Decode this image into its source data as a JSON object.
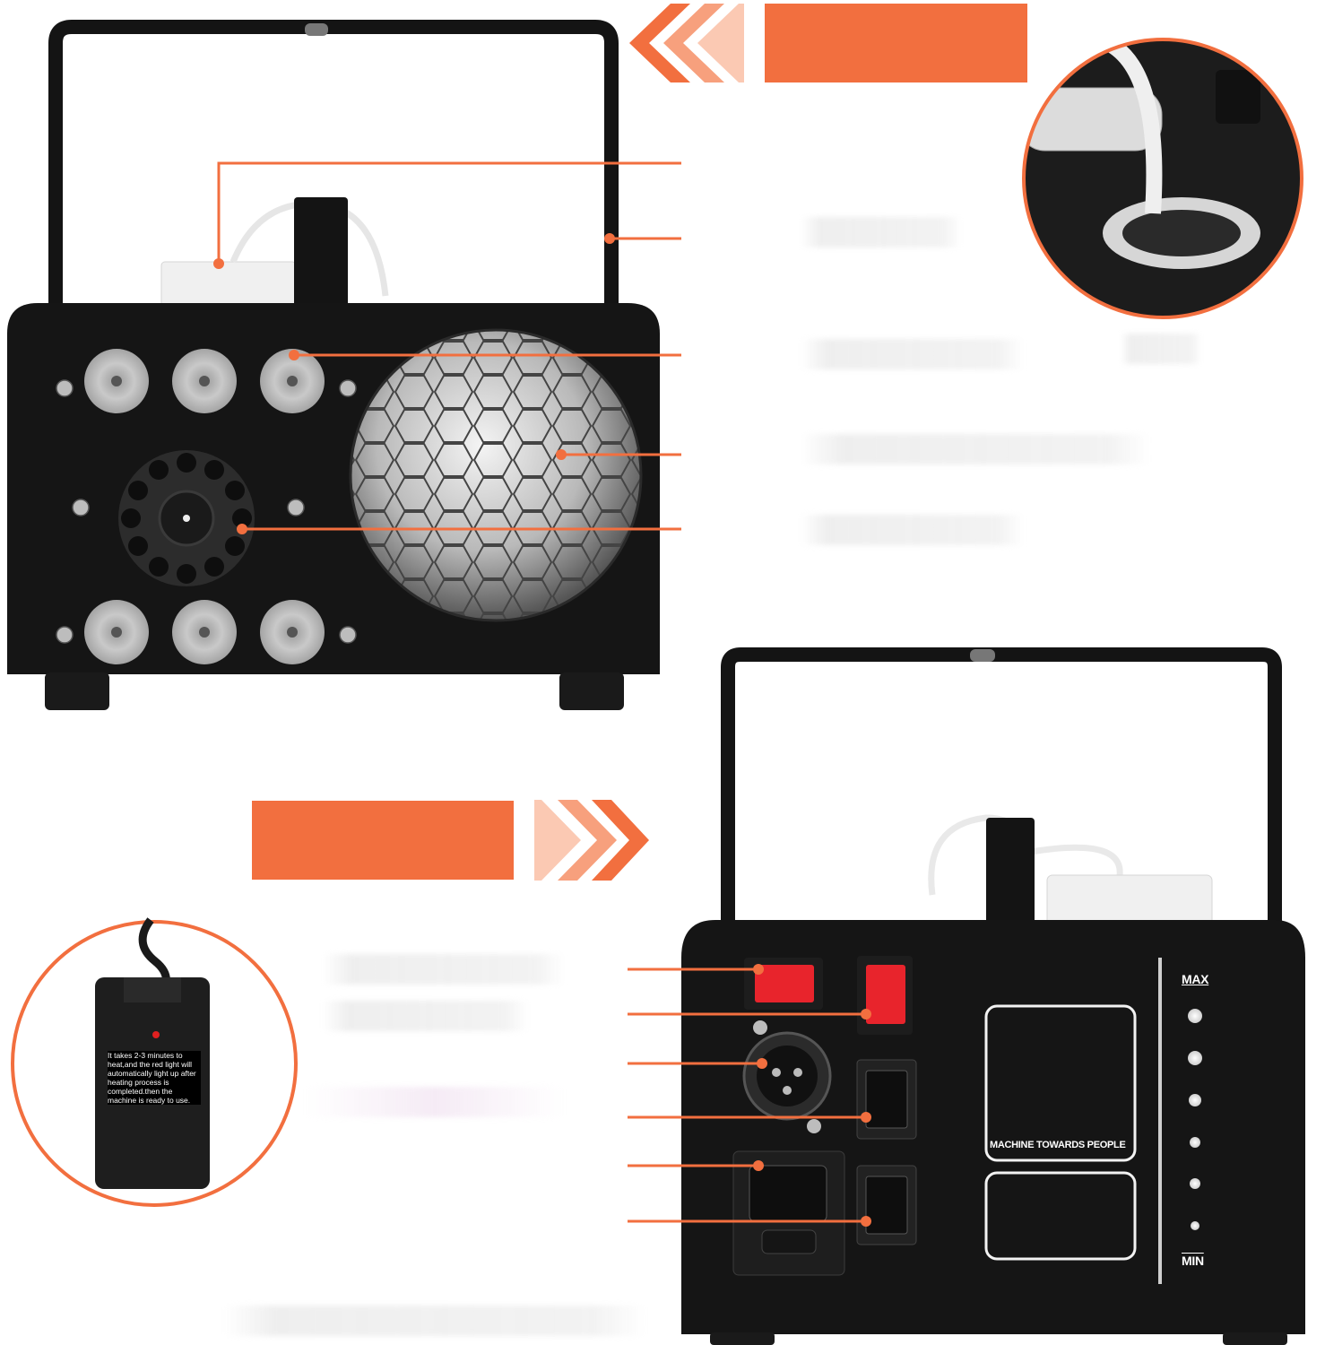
{
  "remote": {
    "instruction": "It takes 2-3 minutes to heat,and the red light will automatically light up after heating process is completed.then the machine is ready to use."
  },
  "rear_panel": {
    "direction_label": "MACHINE TOWARDS PEOPLE",
    "max_label": "MAX",
    "min_label": "MIN"
  },
  "colors": {
    "accent": "#f26f3f",
    "machine_body": "#121212",
    "callout_line": "#f26f3f"
  }
}
